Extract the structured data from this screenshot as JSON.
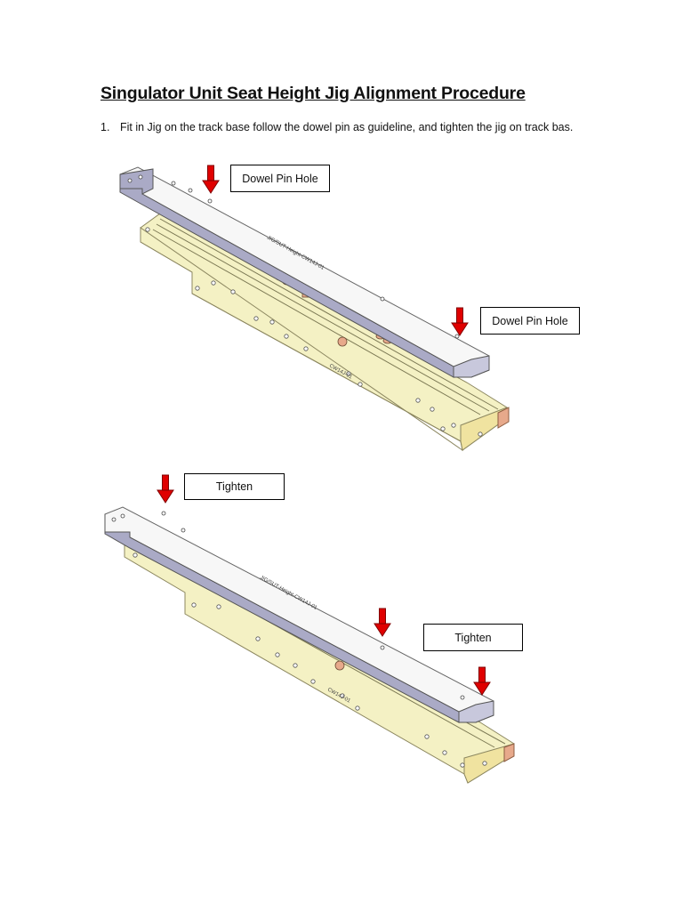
{
  "document": {
    "title": "Singulator Unit Seat Height Jig Alignment Procedure",
    "steps": [
      {
        "number": "1.",
        "text": "Fit in Jig on the track base follow the dowel pin as guideline, and tighten the jig on track bas."
      }
    ]
  },
  "figures": [
    {
      "callouts": [
        "Dowel Pin Hole",
        "Dowel Pin Hole"
      ],
      "part_marks": [
        "JIG/SUT-Height-CW14J-01",
        "CW14J-01"
      ]
    },
    {
      "callouts": [
        "Tighten",
        "Tighten"
      ],
      "part_marks": [
        "JIG/SUT-Height-CW14J-01",
        "CW14J-01"
      ]
    }
  ],
  "colors": {
    "base_yellow": "#f4f1c4",
    "base_edge": "#c9c48a",
    "jig_white": "#f7f7f7",
    "jig_grey": "#aaaac6",
    "arrow_red": "#e00000",
    "copper": "#e7a98b"
  }
}
